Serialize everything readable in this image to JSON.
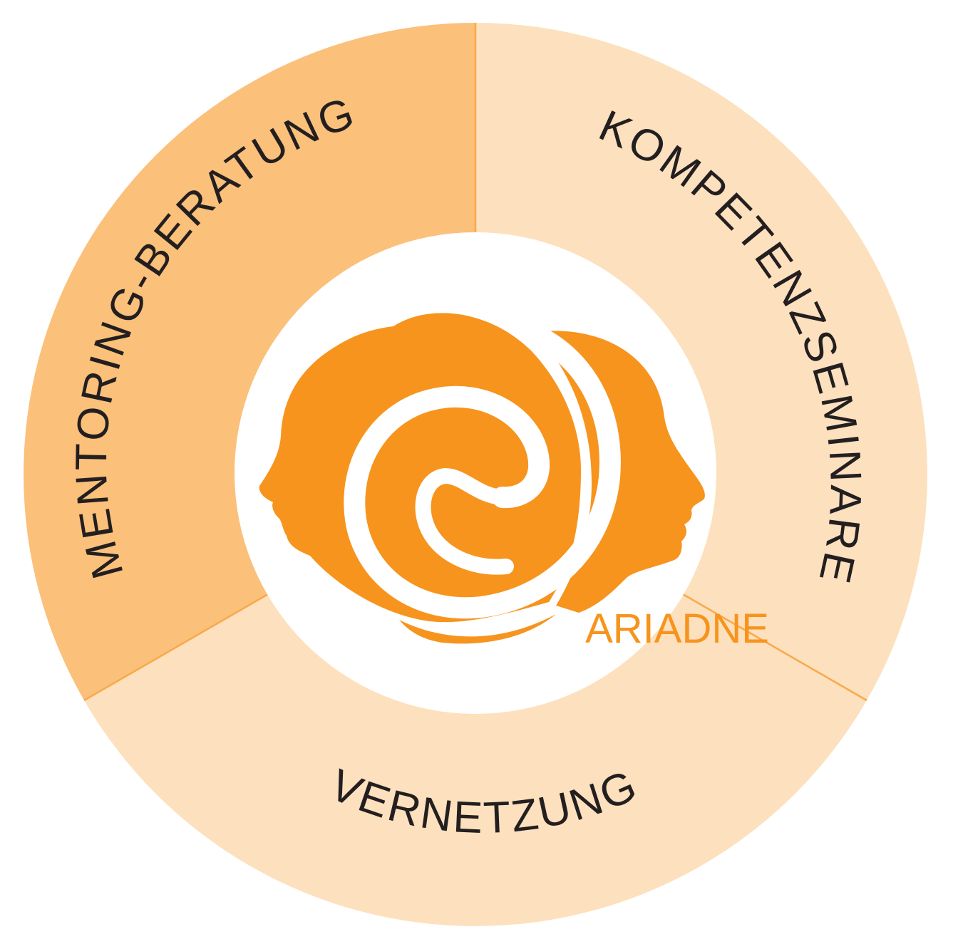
{
  "diagram": {
    "segments": [
      {
        "id": "mentoring",
        "label": "MENTORING-BERATUNG",
        "color": "#fbc07a"
      },
      {
        "id": "kompetenz",
        "label": "KOMPETENZSEMINARE",
        "color": "#fde0bd"
      },
      {
        "id": "vernetzung",
        "label": "VERNETZUNG",
        "color": "#fde0bd"
      }
    ],
    "divider_color": "#f8a94a",
    "center_color": "#ffffff"
  },
  "logo": {
    "name": "ARIADNE",
    "color": "#f7941d",
    "icon": "two-faces-spiral-icon"
  }
}
